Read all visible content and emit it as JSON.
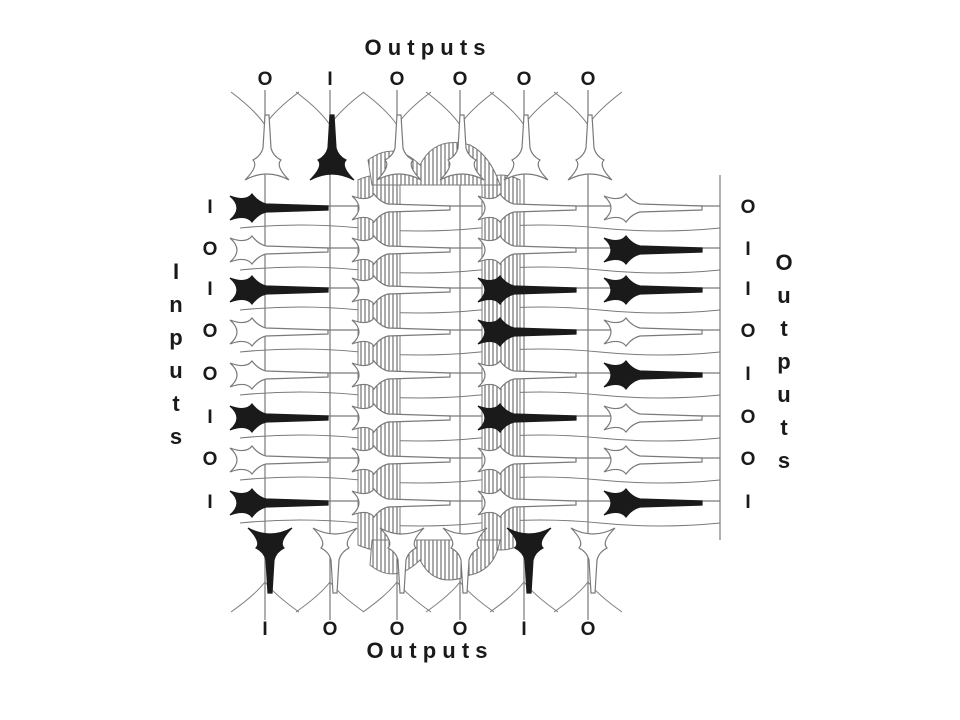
{
  "top": {
    "title": "O u t p u t s",
    "letters": [
      "O",
      "I",
      "O",
      "O",
      "O",
      "O"
    ],
    "active": [
      false,
      true,
      false,
      false,
      false,
      false
    ]
  },
  "bottom": {
    "title": "O u t p u t s",
    "letters": [
      "I",
      "O",
      "O",
      "O",
      "I",
      "O"
    ],
    "active": [
      true,
      false,
      false,
      false,
      true,
      false
    ]
  },
  "left": {
    "title": [
      "I",
      "n",
      "p",
      "u",
      "t",
      "s"
    ],
    "letters": [
      "I",
      "O",
      "I",
      "O",
      "O",
      "I",
      "O",
      "I"
    ],
    "active": [
      true,
      false,
      true,
      false,
      false,
      true,
      false,
      true
    ]
  },
  "right": {
    "title": [
      "O",
      "u",
      "t",
      "p",
      "u",
      "t",
      "s"
    ],
    "letters": [
      "O",
      "I",
      "I",
      "O",
      "I",
      "O",
      "O",
      "I"
    ],
    "active": [
      false,
      true,
      true,
      false,
      true,
      false,
      false,
      true
    ]
  },
  "inner": {
    "active": [
      false,
      false,
      true,
      true,
      false,
      true,
      false,
      false
    ]
  },
  "colors": {
    "active_fill": "#1a1a1a",
    "inactive_fill": "#ffffff",
    "line": "#7a7a7a",
    "hatch": "#555555",
    "text": "#1a1a1a"
  }
}
